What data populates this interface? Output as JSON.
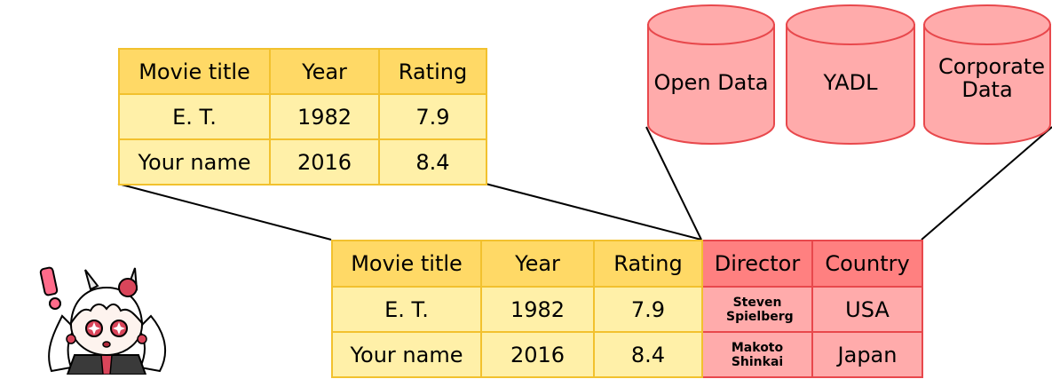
{
  "source_table": {
    "headers": [
      "Movie title",
      "Year",
      "Rating"
    ],
    "rows": [
      [
        "E. T.",
        "1982",
        "7.9"
      ],
      [
        "Your name",
        "2016",
        "8.4"
      ]
    ]
  },
  "joined_table": {
    "headers": [
      "Movie title",
      "Year",
      "Rating",
      "Director",
      "Country"
    ],
    "rows": [
      [
        "E. T.",
        "1982",
        "7.9",
        "Steven Spielberg",
        "USA"
      ],
      [
        "Your name",
        "2016",
        "8.4",
        "Makoto Shinkai",
        "Japan"
      ]
    ]
  },
  "data_sources": [
    {
      "label": "Open Data"
    },
    {
      "label": "YADL"
    },
    {
      "label": "Corporate Data"
    }
  ],
  "colors": {
    "original_header": "#ffd966",
    "original_cell": "#fff0a8",
    "original_border": "#f2c12e",
    "new_header": "#ff8080",
    "new_cell": "#ffabab",
    "new_border": "#e8484c",
    "cylinder_fill": "#ffabab",
    "cylinder_stroke": "#e8484c"
  },
  "mascot": {
    "icon": "surprised-character-icon"
  }
}
